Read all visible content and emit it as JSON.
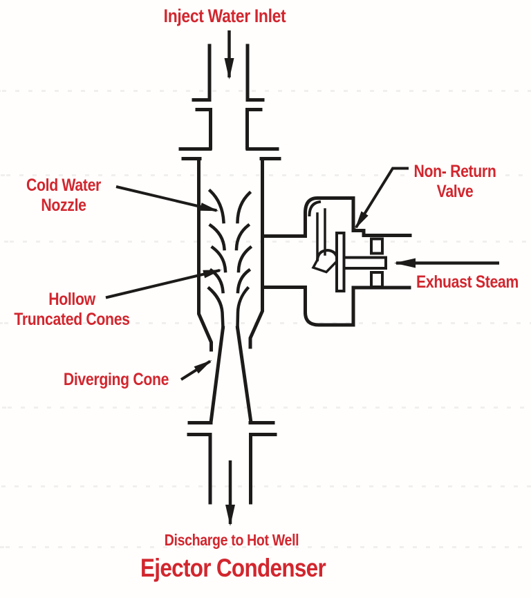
{
  "diagram": {
    "title": "Ejector Condenser",
    "labels": {
      "inject_water_inlet": "Inject Water Inlet",
      "cold_water_nozzle": {
        "line1": "Cold Water",
        "line2": "Nozzle"
      },
      "hollow_truncated_cones": {
        "line1": "Hollow",
        "line2": "Truncated Cones"
      },
      "diverging_cone": "Diverging Cone",
      "non_return_valve": {
        "line1": "Non- Return",
        "line2": "Valve"
      },
      "exhaust_steam": "Exhuast Steam",
      "discharge_to_hot_well": "Discharge to Hot Well"
    },
    "arrows": [
      {
        "name": "inject-water-flow-arrow",
        "direction": "down"
      },
      {
        "name": "exhaust-steam-flow-arrow",
        "direction": "left"
      },
      {
        "name": "discharge-flow-arrow",
        "direction": "down"
      }
    ],
    "colors": {
      "label_red": "#D2262E",
      "line_black": "#1D1B1A",
      "background": "#FFFFFF"
    }
  }
}
